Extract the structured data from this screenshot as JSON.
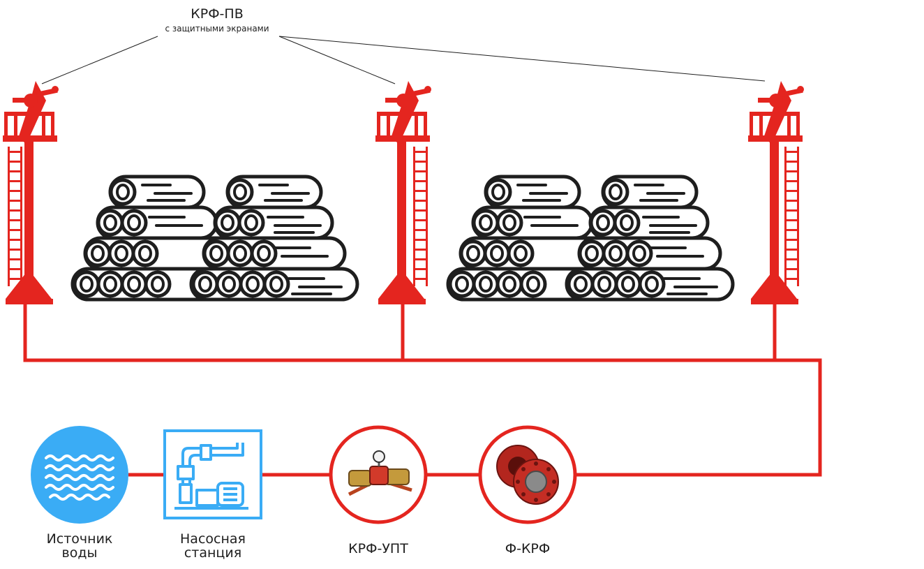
{
  "header": {
    "title": "КРФ-ПВ",
    "subtitle": "с защитными экранами"
  },
  "nodes": {
    "water_source": {
      "line1": "Источник",
      "line2": "воды"
    },
    "pump_station": {
      "line1": "Насосная",
      "line2": "станция"
    },
    "krf_upt": {
      "label": "КРФ-УПТ"
    },
    "f_krf": {
      "label": "Ф-КРФ"
    }
  },
  "colors": {
    "pipe": "#e4251f",
    "water": "#3aacf5",
    "outline": "#1e1e1e",
    "background": "#ffffff"
  },
  "icons": {
    "monitor_towers": "fire-monitor-tower-icon",
    "log_piles": "log-pile-icon",
    "water_source": "water-waves-icon",
    "pump_station": "pump-station-icon",
    "krf_upt": "control-valve-unit-icon",
    "f_krf": "flange-filter-icon"
  }
}
